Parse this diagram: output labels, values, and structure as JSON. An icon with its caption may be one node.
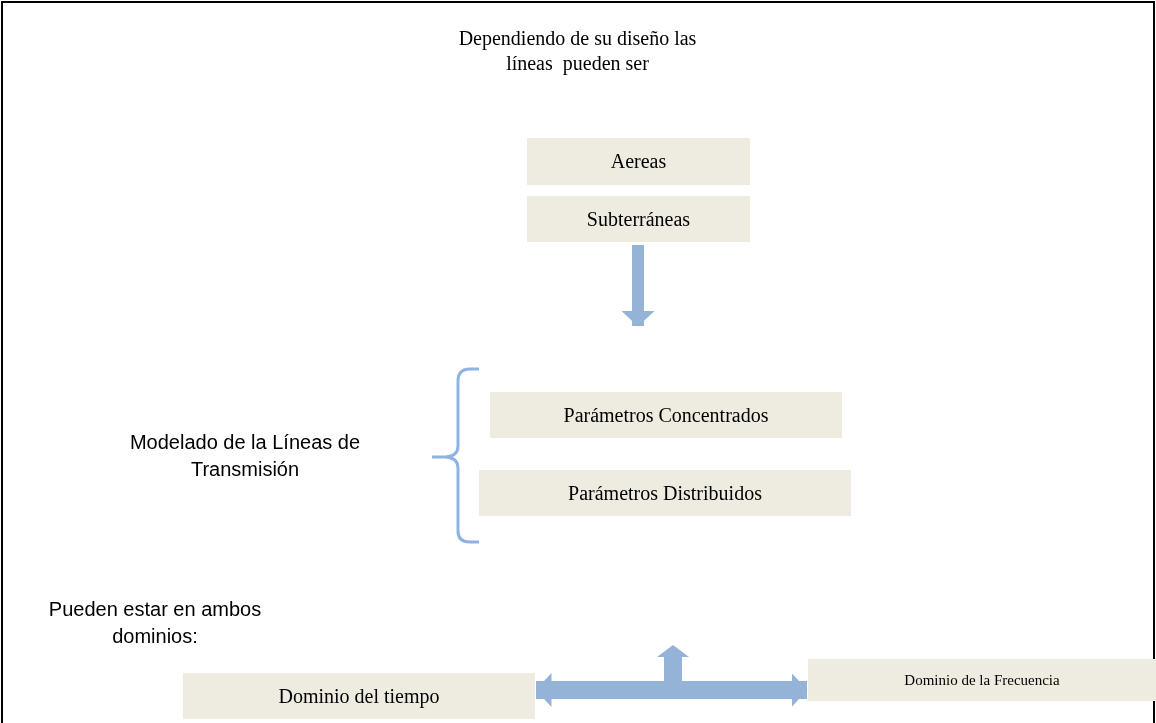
{
  "diagram": {
    "title": "Dependiendo de su diseño las líneas  pueden ser",
    "nodes": [
      {
        "text": [
          "Aereas"
        ]
      },
      {
        "text": [
          "Subterráneas"
        ]
      },
      {
        "text": [
          "Modelado de la Líneas de Transmisión"
        ]
      },
      {
        "text": [
          "Parámetros Concentrados"
        ]
      },
      {
        "text": [
          "Parámetros Distribuidos"
        ]
      },
      {
        "text": [
          "Dominio del tiempo"
        ]
      },
      {
        "text": [
          "Dominio de la Frecuencia"
        ]
      }
    ],
    "edges": [
      {
        "from": 1,
        "to": null,
        "arrow": "to"
      },
      {
        "from": 5,
        "to": 6,
        "arrow": "both"
      }
    ],
    "labels": [
      "Pueden estar en ambos dominios:"
    ]
  }
}
